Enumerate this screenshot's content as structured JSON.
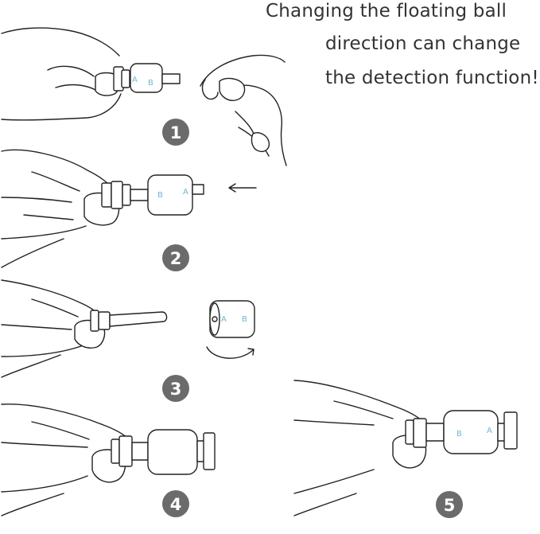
{
  "caption": {
    "line1": "Changing the floating ball",
    "line2": "direction can change",
    "line3": "the detection function!"
  },
  "steps": [
    {
      "number": "1",
      "labels": [
        "A",
        "B"
      ]
    },
    {
      "number": "2",
      "labels": [
        "B",
        "A"
      ]
    },
    {
      "number": "3",
      "labels": [
        "A",
        "B"
      ]
    },
    {
      "number": "4",
      "labels": []
    },
    {
      "number": "5",
      "labels": [
        "B",
        "A"
      ]
    }
  ],
  "colors": {
    "badge": "#6b6b6b",
    "label": "#6fb7d3",
    "line": "#222222"
  }
}
